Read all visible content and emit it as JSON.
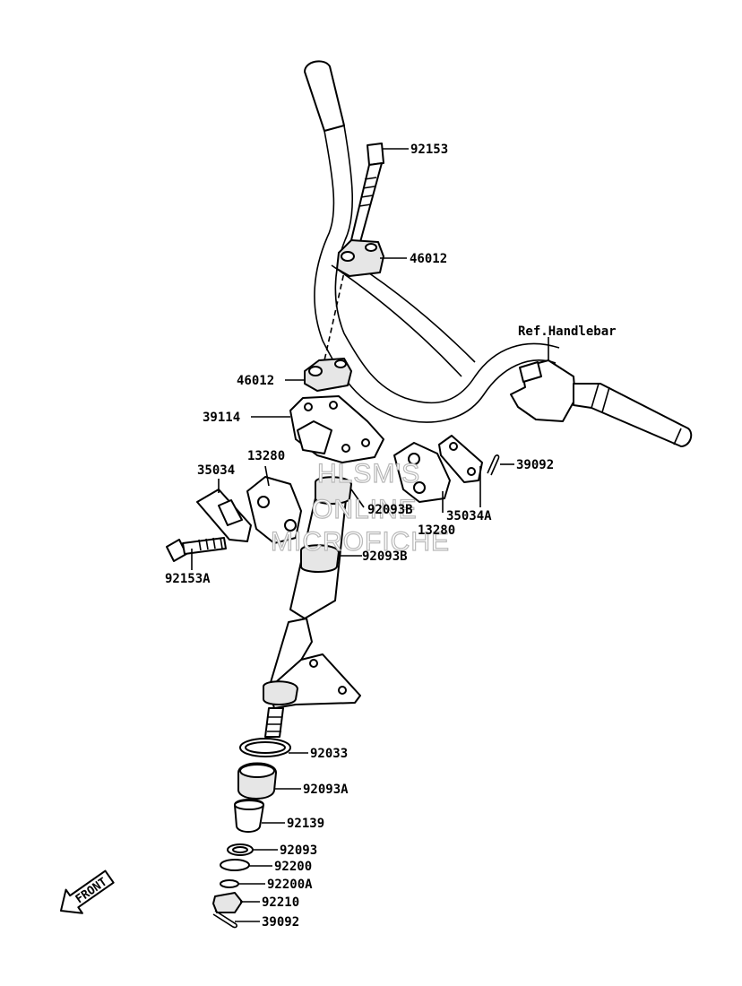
{
  "watermark": {
    "line1": "HLSM'S",
    "line2": "ONLINE",
    "line3": "MICROFICHE"
  },
  "reference": "Ref.Handlebar",
  "front_label": "FRONT",
  "callouts": [
    {
      "id": "c-92153",
      "text": "92153"
    },
    {
      "id": "c-46012-upper",
      "text": "46012"
    },
    {
      "id": "c-46012-lower",
      "text": "46012"
    },
    {
      "id": "c-39114",
      "text": "39114"
    },
    {
      "id": "c-13280-left",
      "text": "13280"
    },
    {
      "id": "c-35034",
      "text": "35034"
    },
    {
      "id": "c-92153a",
      "text": "92153A"
    },
    {
      "id": "c-92093b-upper",
      "text": "92093B"
    },
    {
      "id": "c-92093b-lower",
      "text": "92093B"
    },
    {
      "id": "c-13280-right",
      "text": "13280"
    },
    {
      "id": "c-35034a",
      "text": "35034A"
    },
    {
      "id": "c-39092-upper",
      "text": "39092"
    },
    {
      "id": "c-92033",
      "text": "92033"
    },
    {
      "id": "c-92093a",
      "text": "92093A"
    },
    {
      "id": "c-92139",
      "text": "92139"
    },
    {
      "id": "c-92093",
      "text": "92093"
    },
    {
      "id": "c-92200",
      "text": "92200"
    },
    {
      "id": "c-92200a",
      "text": "92200A"
    },
    {
      "id": "c-92210",
      "text": "92210"
    },
    {
      "id": "c-39092-lower",
      "text": "39092"
    }
  ]
}
